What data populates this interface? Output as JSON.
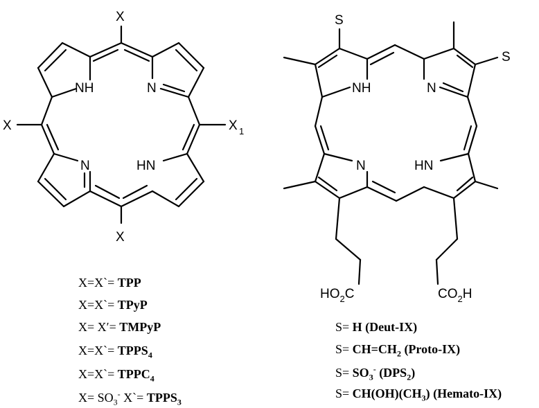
{
  "porphyrin_left": {
    "substituent_x": "X",
    "substituent_x1": "X",
    "x1_subscript": "1",
    "nh_label": "NH",
    "n_label": "N",
    "hn_label": "HN"
  },
  "porphyrin_right": {
    "substituent_s": "S",
    "nh_label": "NH",
    "n_label": "N",
    "hn_label": "HN",
    "acid_left": "HO",
    "acid_left_sub": "2",
    "acid_left_tail": "C",
    "acid_right": "CO",
    "acid_right_sub": "2",
    "acid_right_tail": "H"
  },
  "legend_left": [
    {
      "prefix": "X=X`= ",
      "name": "TPP",
      "sub": ""
    },
    {
      "prefix": "X=X`= ",
      "name": "TPyP",
      "sub": ""
    },
    {
      "prefix": "X= X′= ",
      "name": "TMPyP",
      "sub": ""
    },
    {
      "prefix": "X=X`= ",
      "name": "TPPS",
      "sub": "4"
    },
    {
      "prefix": "X=X`= ",
      "name": "TPPC",
      "sub": "4"
    },
    {
      "prefix": "X= SO",
      "sub1": "3",
      "sup1": "-",
      "mid": " X`= ",
      "name": "TPPS",
      "sub": "3"
    }
  ],
  "legend_right": [
    {
      "prefix": "S= ",
      "text": "H (Deut-IX)"
    },
    {
      "prefix": "S= ",
      "text_a": "CH=CH",
      "sub": "2",
      "text_b": " (Proto-IX)"
    },
    {
      "prefix": "S= ",
      "text_a": "SO",
      "sub": "3",
      "sup": "-",
      "text_b": " (DPS",
      "sub2": "2",
      "text_c": ")"
    },
    {
      "prefix": "S= ",
      "text_a": "CH(OH)(CH",
      "sub": "3",
      "text_b": ") (Hemato-IX)"
    }
  ]
}
